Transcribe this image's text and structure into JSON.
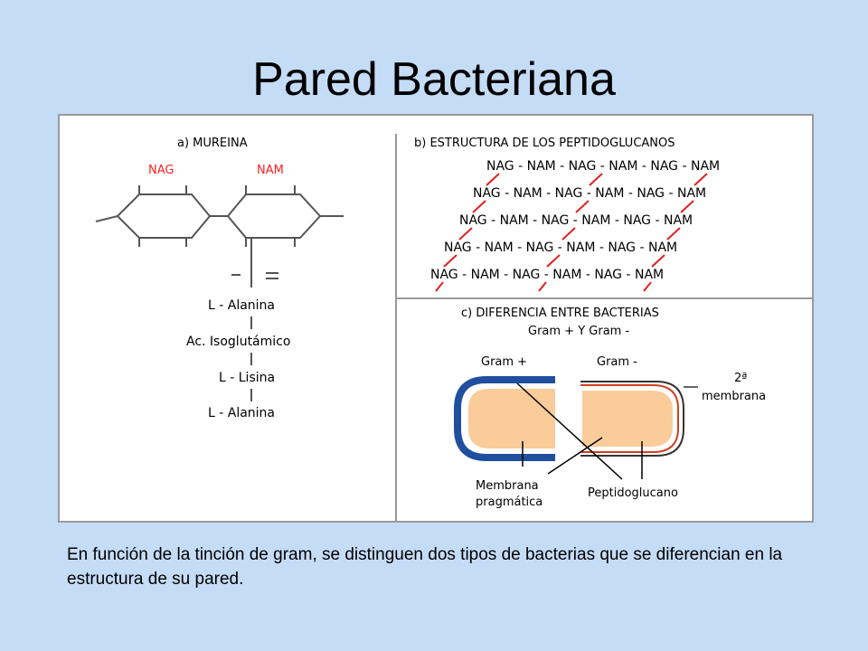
{
  "title": "Pared Bacteriana",
  "caption": "En función de la tinción de gram, se distinguen dos tipos de bacterias que se diferencian en la estructura de su pared.",
  "panel_a": {
    "heading": "a) MUREINA",
    "nag": "NAG",
    "nam": "NAM",
    "chain": [
      "L - Alanina",
      "Ac. Isoglutámico",
      "L - Lisina",
      "L - Alanina"
    ]
  },
  "panel_b": {
    "heading": "b) ESTRUCTURA DE LOS PEPTIDOGLUCANOS",
    "rows": [
      "NAG - NAM - NAG - NAM - NAG - NAM",
      "NAG - NAM - NAG - NAM - NAG - NAM",
      "NAG - NAM - NAG - NAM - NAG - NAM",
      "NAG - NAM - NAG - NAM - NAG - NAM",
      "NAG - NAM - NAG - NAM - NAG - NAM"
    ]
  },
  "panel_c": {
    "heading_line1": "c) DIFERENCIA ENTRE BACTERIAS",
    "heading_line2": "Gram + Y Gram -",
    "gram_pos": "Gram +",
    "gram_neg": "Gram -",
    "second_membrane_1": "2ª",
    "second_membrane_2": "membrana",
    "membrana_1": "Membrana",
    "membrana_2": "pragmática",
    "peptidoglucano": "Peptidoglucano"
  },
  "colors": {
    "background": "#c5dcf7",
    "red_label": "#ff2020",
    "cross_link": "#e02020",
    "gram_pos_wall": "#1f4f9e",
    "cytoplasm": "#f9cc9a"
  }
}
